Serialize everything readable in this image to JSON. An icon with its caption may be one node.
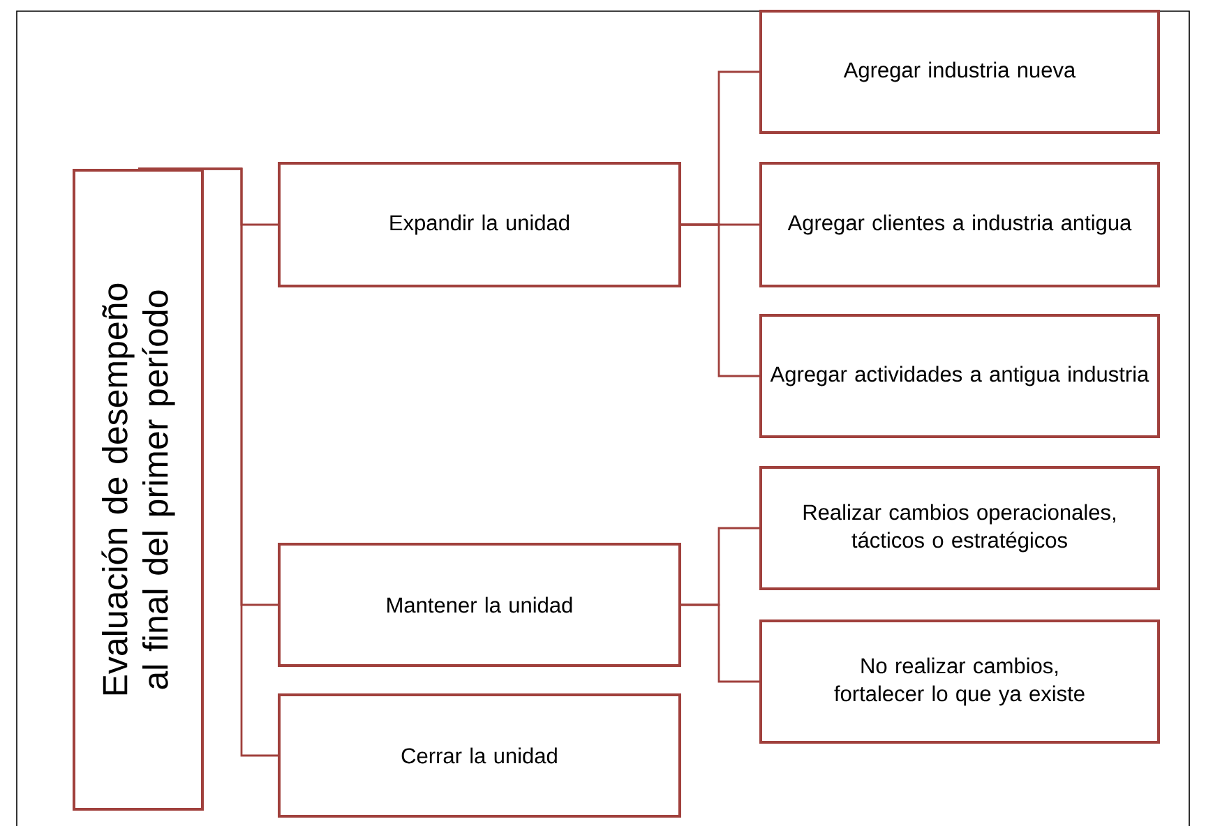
{
  "diagram": {
    "nodes": [
      {
        "text": [
          "Evaluación de desempeño al final del primer período"
        ]
      },
      {
        "text": [
          "Expandir la unidad"
        ]
      },
      {
        "text": [
          "Agregar industria nueva"
        ]
      },
      {
        "text": [
          "Agregar clientes a industria antigua"
        ]
      },
      {
        "text": [
          "Agregar actividades a antigua industria"
        ]
      },
      {
        "text": [
          "Mantener la unidad"
        ]
      },
      {
        "text": [
          "Realizar cambios operacionales, tácticos o estratégicos"
        ]
      },
      {
        "text": [
          "No realizar cambios, fortalecer lo que ya existe"
        ]
      },
      {
        "text": [
          "Cerrar la unidad"
        ]
      }
    ],
    "edges": [
      {
        "from": 0,
        "to": 1,
        "arrow": "none"
      },
      {
        "from": 0,
        "to": 5,
        "arrow": "none"
      },
      {
        "from": 0,
        "to": 8,
        "arrow": "none"
      },
      {
        "from": 1,
        "to": 2,
        "arrow": "none"
      },
      {
        "from": 1,
        "to": 3,
        "arrow": "none"
      },
      {
        "from": 1,
        "to": 4,
        "arrow": "none"
      },
      {
        "from": 5,
        "to": 6,
        "arrow": "none"
      },
      {
        "from": 5,
        "to": 7,
        "arrow": "none"
      }
    ]
  }
}
